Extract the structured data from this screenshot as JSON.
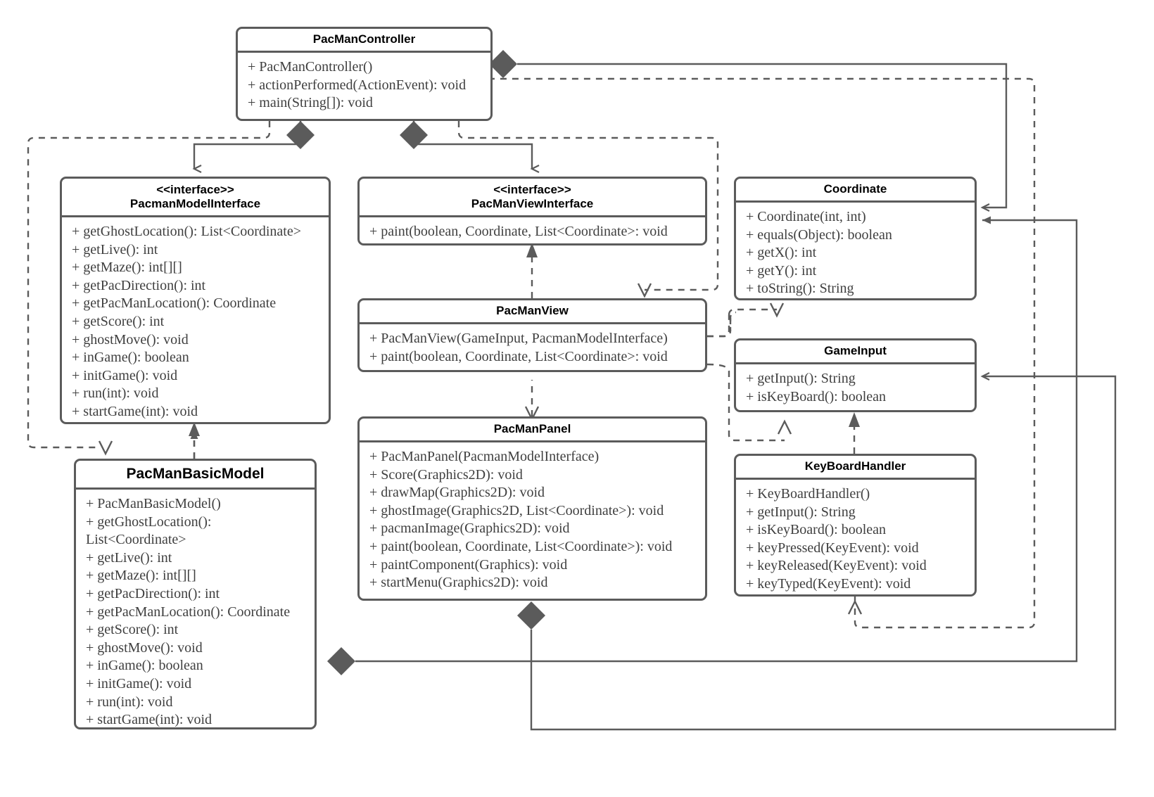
{
  "diagram": {
    "type": "uml-class-diagram",
    "title": "PacMan MVC Class Diagram",
    "stroke_color": "#5b5b5b",
    "text_color": "#3f3f3f",
    "background": "#ffffff"
  },
  "classes": {
    "controller": {
      "name": "PacManController",
      "stereotype": "",
      "methods": [
        "+ PacManController()",
        "+ actionPerformed(ActionEvent): void",
        "+ main(String[]): void"
      ]
    },
    "model_interface": {
      "name": "PacmanModelInterface",
      "stereotype": "<<interface>>",
      "methods": [
        "+ getGhostLocation(): List<Coordinate>",
        "+ getLive(): int",
        "+ getMaze(): int[][]",
        "+ getPacDirection(): int",
        "+ getPacManLocation(): Coordinate",
        "+ getScore(): int",
        "+ ghostMove(): void",
        "+ inGame(): boolean",
        "+ initGame(): void",
        "+ run(int): void",
        "+ startGame(int): void"
      ]
    },
    "view_interface": {
      "name": "PacManViewInterface",
      "stereotype": "<<interface>>",
      "methods": [
        "+ paint(boolean, Coordinate, List<Coordinate>: void"
      ]
    },
    "coordinate": {
      "name": "Coordinate",
      "stereotype": "",
      "methods": [
        "+ Coordinate(int, int)",
        "+ equals(Object): boolean",
        "+ getX(): int",
        "+ getY(): int",
        "+ toString(): String"
      ]
    },
    "pacman_view": {
      "name": "PacManView",
      "stereotype": "",
      "methods": [
        "+ PacManView(GameInput, PacmanModelInterface)",
        "+ paint(boolean, Coordinate, List<Coordinate>: void"
      ]
    },
    "game_input": {
      "name": "GameInput",
      "stereotype": "",
      "methods": [
        "+ getInput(): String",
        "+ isKeyBoard(): boolean"
      ]
    },
    "pacman_panel": {
      "name": "PacManPanel",
      "stereotype": "",
      "methods": [
        "+ PacManPanel(PacmanModelInterface)",
        "+ Score(Graphics2D): void",
        "+ drawMap(Graphics2D): void",
        "+ ghostImage(Graphics2D, List<Coordinate>): void",
        "+ pacmanImage(Graphics2D): void",
        "+ paint(boolean, Coordinate, List<Coordinate>): void",
        "+ paintComponent(Graphics): void",
        "+ startMenu(Graphics2D): void"
      ]
    },
    "keyboard_handler": {
      "name": "KeyBoardHandler",
      "stereotype": "",
      "methods": [
        "+ KeyBoardHandler()",
        "+ getInput(): String",
        "+ isKeyBoard(): boolean",
        "+ keyPressed(KeyEvent): void",
        "+ keyReleased(KeyEvent): void",
        "+ keyTyped(KeyEvent): void"
      ]
    },
    "basic_model": {
      "name": "PacManBasicModel",
      "stereotype": "",
      "methods": [
        "+ PacManBasicModel()",
        "+ getGhostLocation(): List<Coordinate>",
        "+ getLive(): int",
        "+ getMaze(): int[][]",
        "+ getPacDirection(): int",
        "+ getPacManLocation(): Coordinate",
        "+ getScore(): int",
        "+ ghostMove(): void",
        "+ inGame(): boolean",
        "+ initGame(): void",
        "+ run(int): void",
        "+ startGame(int): void"
      ]
    }
  },
  "relationships": [
    {
      "from": "PacManController",
      "to": "PacmanModelInterface",
      "kind": "composition"
    },
    {
      "from": "PacManController",
      "to": "PacManViewInterface",
      "kind": "composition"
    },
    {
      "from": "PacManController",
      "to": "Coordinate",
      "kind": "dependency"
    },
    {
      "from": "PacManController",
      "to": "PacmanModelInterface",
      "kind": "dependency"
    },
    {
      "from": "PacManBasicModel",
      "to": "PacmanModelInterface",
      "kind": "realization"
    },
    {
      "from": "PacManBasicModel",
      "to": "Coordinate",
      "kind": "association"
    },
    {
      "from": "PacManView",
      "to": "PacManViewInterface",
      "kind": "realization"
    },
    {
      "from": "PacManView",
      "to": "Coordinate",
      "kind": "dependency"
    },
    {
      "from": "PacManView",
      "to": "GameInput",
      "kind": "dependency"
    },
    {
      "from": "PacManPanel",
      "to": "PacManView",
      "kind": "realization"
    },
    {
      "from": "PacManPanel",
      "to": "Coordinate",
      "kind": "dependency"
    },
    {
      "from": "KeyBoardHandler",
      "to": "GameInput",
      "kind": "realization"
    },
    {
      "from": "KeyBoardHandler",
      "to": "Coordinate",
      "kind": "dependency"
    }
  ]
}
